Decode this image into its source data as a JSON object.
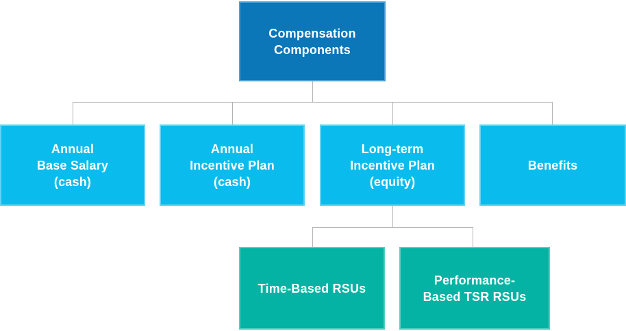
{
  "diagram": {
    "type": "org-chart",
    "title": "Compensation Components",
    "colors": {
      "level1_fill": "#0b76b8",
      "level1_border": "#4d9ed3",
      "level2_fill": "#0abced",
      "level2_border": "#63d3f4",
      "level3_fill": "#04b3a3",
      "level3_border": "#55cfc1",
      "connector": "#b3b3b3",
      "text": "#ffffff"
    },
    "nodes": {
      "root": {
        "label": "Compensation\nComponents",
        "level": 1
      },
      "base_salary": {
        "label": "Annual\nBase Salary\n(cash)",
        "level": 2
      },
      "annual_incentive": {
        "label": "Annual\nIncentive Plan\n(cash)",
        "level": 2
      },
      "lti": {
        "label": "Long-term\nIncentive Plan\n(equity)",
        "level": 2
      },
      "benefits": {
        "label": "Benefits",
        "level": 2
      },
      "time_rsus": {
        "label": "Time-Based RSUs",
        "level": 3
      },
      "perf_rsus": {
        "label": "Performance-\nBased TSR RSUs",
        "level": 3
      }
    },
    "edges": [
      {
        "from": "root",
        "to": "base_salary"
      },
      {
        "from": "root",
        "to": "annual_incentive"
      },
      {
        "from": "root",
        "to": "lti"
      },
      {
        "from": "root",
        "to": "benefits"
      },
      {
        "from": "lti",
        "to": "time_rsus"
      },
      {
        "from": "lti",
        "to": "perf_rsus"
      }
    ]
  }
}
